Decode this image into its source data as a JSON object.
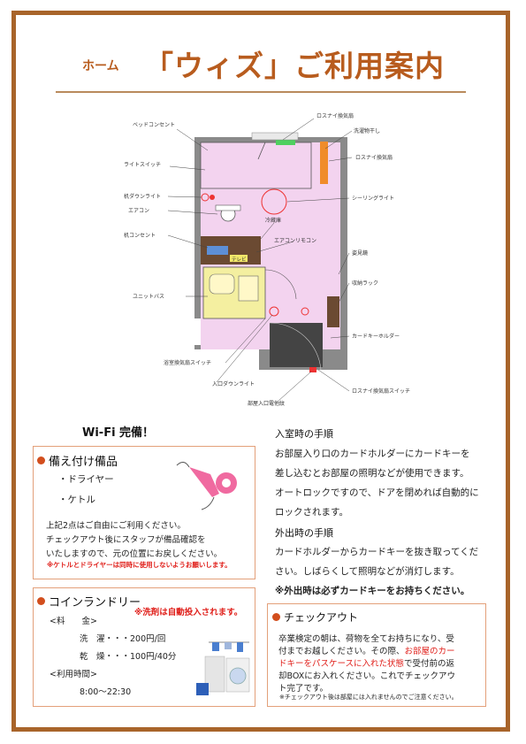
{
  "header": {
    "prefix": "ホーム",
    "title": "「ウィズ」ご利用案内"
  },
  "floorplan": {
    "labels": {
      "bed_outlet": "ベッドコンセント",
      "losnay_top": "ロスナイ換気扇",
      "laundry_pole": "洗濯物干し",
      "losnay_right": "ロスナイ換気扇",
      "light_switch": "ライトスイッチ",
      "ceiling_light": "シーリングライト",
      "desk_downlight": "机ダウンライト",
      "aircon": "エアコン",
      "fridge": "冷蔵庫",
      "desk_outlet": "机コンセント",
      "aircon_remote": "エアコンリモコン",
      "tv": "テレビ",
      "mirror": "姿見鏡",
      "storage_rack": "収納ラック",
      "unit_bath": "ユニットバス",
      "card_holder": "カードキーホルダー",
      "bath_fan_switch": "浴室換気扇スイッチ",
      "entrance_downlight": "入口ダウンライト",
      "losnay_switch": "ロスナイ換気扇スイッチ",
      "entrance_switch": "部屋入口電他紋"
    }
  },
  "wifi": "Wi-Fi 完備！",
  "amenities": {
    "title": "備え付け備品",
    "items": [
      "・ドライヤー",
      "・ケトル"
    ],
    "line1": "上記2点はご自由にご利用ください。",
    "line2": "チェックアウト後にスタッフが備品確認を",
    "line3": "いたしますので、元の位置にお戻しください。",
    "warning": "※ケトルとドライヤーは同時に使用しないようお願いします。"
  },
  "laundry": {
    "title": "コインランドリー",
    "auto_detergent": "※洗剤は自動投入されます。",
    "fee_header": "<料　　金>",
    "wash": "洗　濯・・・200円/回",
    "dry": "乾　燥・・・100円/40分",
    "hours_header": "<利用時間>",
    "hours": "8:00～22:30"
  },
  "entry": {
    "title": "入室時の手順",
    "l1": "お部屋入り口のカードホルダーにカードキーを",
    "l2": "差し込むとお部屋の照明などが使用できます。",
    "l3": "オートロックですので、ドアを閉めれば自動的に",
    "l4": "ロックされます。"
  },
  "exit": {
    "title": "外出時の手順",
    "l1": "カードホルダーからカードキーを抜き取ってくだ",
    "l2": "さい。しばらくして照明などが消灯します。",
    "warning": "※外出時は必ずカードキーをお持ちください。"
  },
  "checkout": {
    "title": "チェックアウト",
    "l1": "卒業検定の朝は、荷物を全てお持ちになり、受",
    "l2": "付までお越しください。その際、",
    "l2_red": "お部屋のカー",
    "l3_red": "ドキーをパスケースに入れた状態",
    "l3": "で受付前の返",
    "l4": "却BOXにお入れください。これでチェックアウ",
    "l5": "ト完了です。",
    "note": "※チェックアウト後は部屋には入れませんのでご注意ください。"
  },
  "colors": {
    "brand": "#b85c1e",
    "frame": "#a8642a",
    "accent_dot": "#d24e1d",
    "warning": "#e0201b",
    "room_pink": "#f3d3ef",
    "bath_yellow": "#f4efa0",
    "wall_gray": "#8a8a8a"
  }
}
